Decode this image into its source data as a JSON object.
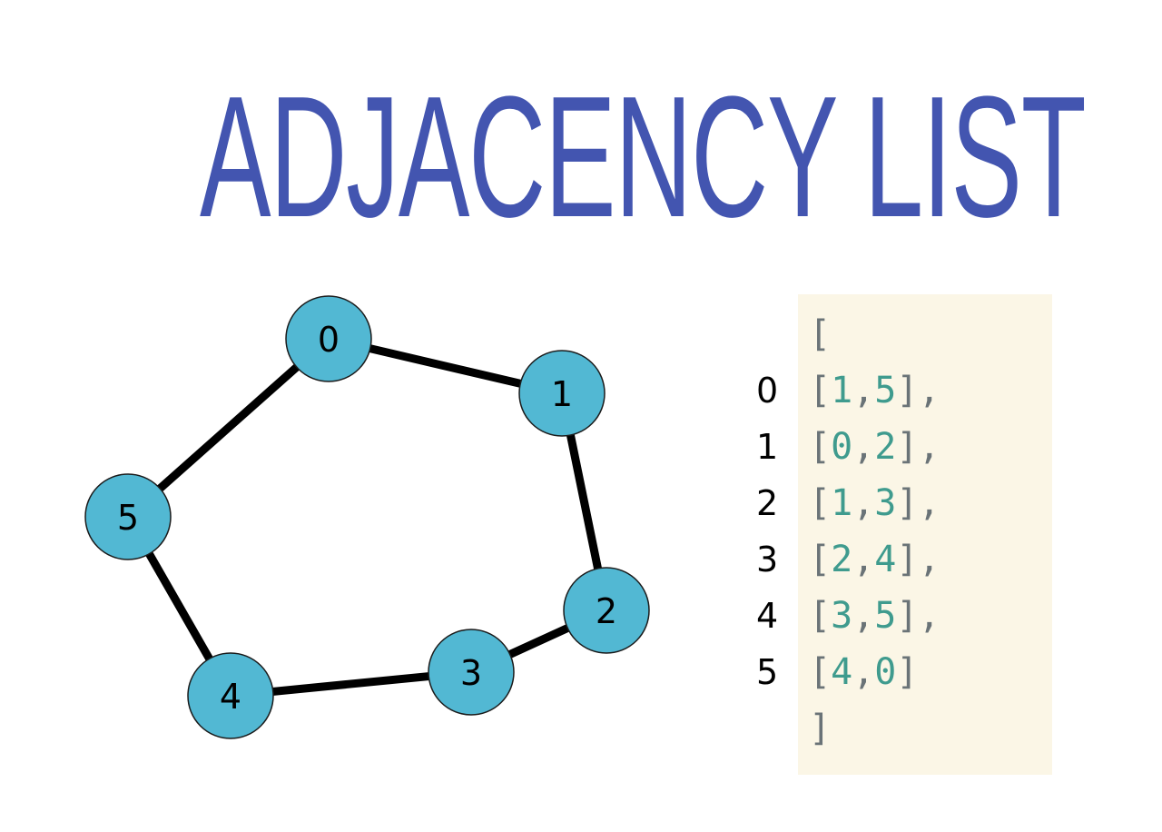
{
  "title": "ADJACENCY LIST",
  "graph": {
    "nodes": [
      {
        "id": "0",
        "label": "0"
      },
      {
        "id": "1",
        "label": "1"
      },
      {
        "id": "2",
        "label": "2"
      },
      {
        "id": "3",
        "label": "3"
      },
      {
        "id": "4",
        "label": "4"
      },
      {
        "id": "5",
        "label": "5"
      }
    ],
    "edges": [
      [
        "0",
        "1"
      ],
      [
        "1",
        "2"
      ],
      [
        "2",
        "3"
      ],
      [
        "3",
        "4"
      ],
      [
        "4",
        "5"
      ],
      [
        "5",
        "0"
      ]
    ],
    "colors": {
      "node_fill": "#52b8d3",
      "node_stroke": "#1b1b1b",
      "edge": "#000000"
    }
  },
  "adjacency_list": {
    "open_bracket": "[",
    "close_bracket": "]",
    "rows": [
      {
        "index": "0",
        "values": [
          "1",
          "5"
        ],
        "trailing_comma": true
      },
      {
        "index": "1",
        "values": [
          "0",
          "2"
        ],
        "trailing_comma": true
      },
      {
        "index": "2",
        "values": [
          "1",
          "3"
        ],
        "trailing_comma": true
      },
      {
        "index": "3",
        "values": [
          "2",
          "4"
        ],
        "trailing_comma": true
      },
      {
        "index": "4",
        "values": [
          "3",
          "5"
        ],
        "trailing_comma": true
      },
      {
        "index": "5",
        "values": [
          "4",
          "0"
        ],
        "trailing_comma": false
      }
    ],
    "colors": {
      "background": "#fbf6e6",
      "bracket": "#6a7377",
      "number": "#3f9b8e"
    }
  }
}
